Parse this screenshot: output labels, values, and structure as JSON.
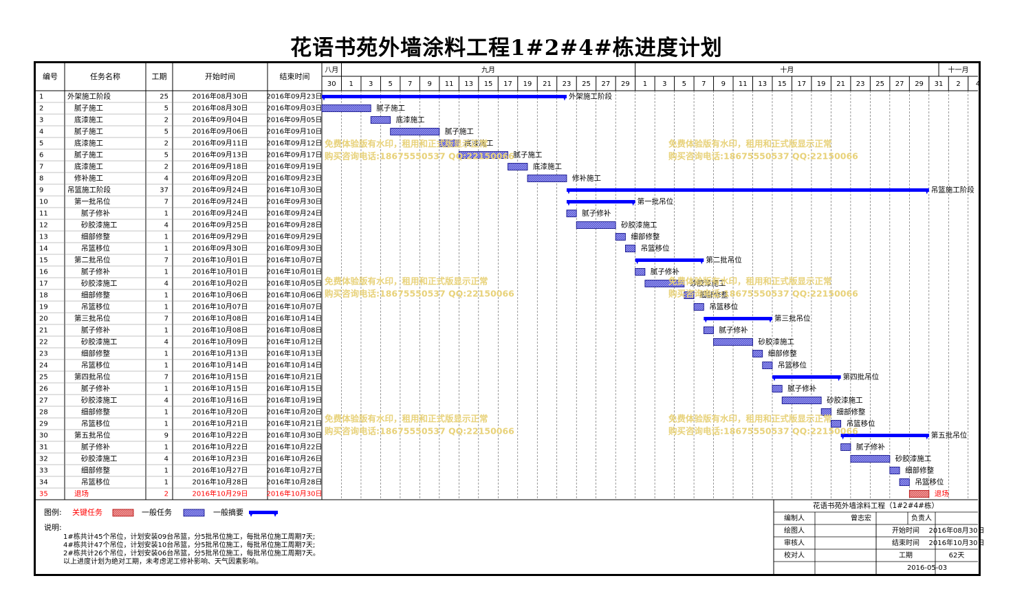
{
  "title": "花语书苑外墙涂料工程1#2#4#栋进度计划",
  "table_headers": {
    "id": "编号",
    "name": "任务名称",
    "duration": "工期",
    "start": "开始时间",
    "end": "结束时间"
  },
  "colors": {
    "critical": "#ff0000",
    "bar_fill": "#5a5ad8",
    "bar_border": "#000080",
    "summary": "#0000ff",
    "watermark": "#e8d27a",
    "critical_fill": "#e06060"
  },
  "chart_data": {
    "type": "gantt",
    "timeline_start": "2016-08-30",
    "timeline_end": "2016-11-04",
    "month_labels": [
      {
        "label": "八月",
        "from": "2016-08-30",
        "to": "2016-08-31"
      },
      {
        "label": "九月",
        "from": "2016-09-01",
        "to": "2016-09-30"
      },
      {
        "label": "十月",
        "from": "2016-10-01",
        "to": "2016-10-31"
      },
      {
        "label": "十一月",
        "from": "2016-11-01",
        "to": "2016-11-04"
      }
    ],
    "day_labels": [
      "30",
      "1",
      "3",
      "5",
      "7",
      "9",
      "11",
      "13",
      "15",
      "17",
      "19",
      "21",
      "23",
      "25",
      "27",
      "29",
      "1",
      "3",
      "5",
      "7",
      "9",
      "11",
      "13",
      "15",
      "17",
      "19",
      "21",
      "23",
      "25",
      "27",
      "29",
      "31",
      "2",
      "4"
    ],
    "tasks": [
      {
        "id": "1",
        "name": "外架施工阶段",
        "duration": "25",
        "start": "2016年08月30日",
        "end": "2016年09月23日",
        "s": "2016-08-30",
        "e": "2016-09-23",
        "kind": "summary",
        "level": 0
      },
      {
        "id": "2",
        "name": "腻子施工",
        "duration": "5",
        "start": "2016年08月30日",
        "end": "2016年09月03日",
        "s": "2016-08-30",
        "e": "2016-09-03",
        "kind": "task",
        "level": 1
      },
      {
        "id": "3",
        "name": "底漆施工",
        "duration": "2",
        "start": "2016年09月04日",
        "end": "2016年09月05日",
        "s": "2016-09-04",
        "e": "2016-09-05",
        "kind": "task",
        "level": 1
      },
      {
        "id": "4",
        "name": "腻子施工",
        "duration": "5",
        "start": "2016年09月06日",
        "end": "2016年09月10日",
        "s": "2016-09-06",
        "e": "2016-09-10",
        "kind": "task",
        "level": 1
      },
      {
        "id": "5",
        "name": "底漆施工",
        "duration": "2",
        "start": "2016年09月11日",
        "end": "2016年09月12日",
        "s": "2016-09-11",
        "e": "2016-09-12",
        "kind": "task",
        "level": 1
      },
      {
        "id": "6",
        "name": "腻子施工",
        "duration": "5",
        "start": "2016年09月13日",
        "end": "2016年09月17日",
        "s": "2016-09-13",
        "e": "2016-09-17",
        "kind": "task",
        "level": 1
      },
      {
        "id": "7",
        "name": "底漆施工",
        "duration": "2",
        "start": "2016年09月18日",
        "end": "2016年09月19日",
        "s": "2016-09-18",
        "e": "2016-09-19",
        "kind": "task",
        "level": 1
      },
      {
        "id": "8",
        "name": "修补施工",
        "duration": "4",
        "start": "2016年09月20日",
        "end": "2016年09月23日",
        "s": "2016-09-20",
        "e": "2016-09-23",
        "kind": "task",
        "level": 1
      },
      {
        "id": "9",
        "name": "吊篮施工阶段",
        "duration": "37",
        "start": "2016年09月24日",
        "end": "2016年10月30日",
        "s": "2016-09-24",
        "e": "2016-10-30",
        "kind": "summary",
        "level": 0
      },
      {
        "id": "10",
        "name": "第一批吊位",
        "duration": "7",
        "start": "2016年09月24日",
        "end": "2016年09月30日",
        "s": "2016-09-24",
        "e": "2016-09-30",
        "kind": "summary",
        "level": 1
      },
      {
        "id": "11",
        "name": "腻子修补",
        "duration": "1",
        "start": "2016年09月24日",
        "end": "2016年09月24日",
        "s": "2016-09-24",
        "e": "2016-09-24",
        "kind": "task",
        "level": 2
      },
      {
        "id": "12",
        "name": "砂胶漆施工",
        "duration": "4",
        "start": "2016年09月25日",
        "end": "2016年09月28日",
        "s": "2016-09-25",
        "e": "2016-09-28",
        "kind": "task",
        "level": 2
      },
      {
        "id": "13",
        "name": "细部修整",
        "duration": "1",
        "start": "2016年09月29日",
        "end": "2016年09月29日",
        "s": "2016-09-29",
        "e": "2016-09-29",
        "kind": "task",
        "level": 2
      },
      {
        "id": "14",
        "name": "吊篮移位",
        "duration": "1",
        "start": "2016年09月30日",
        "end": "2016年09月30日",
        "s": "2016-09-30",
        "e": "2016-09-30",
        "kind": "task",
        "level": 2
      },
      {
        "id": "15",
        "name": "第二批吊位",
        "duration": "7",
        "start": "2016年10月01日",
        "end": "2016年10月07日",
        "s": "2016-10-01",
        "e": "2016-10-07",
        "kind": "summary",
        "level": 1
      },
      {
        "id": "16",
        "name": "腻子修补",
        "duration": "1",
        "start": "2016年10月01日",
        "end": "2016年10月01日",
        "s": "2016-10-01",
        "e": "2016-10-01",
        "kind": "task",
        "level": 2
      },
      {
        "id": "17",
        "name": "砂胶漆施工",
        "duration": "4",
        "start": "2016年10月02日",
        "end": "2016年10月05日",
        "s": "2016-10-02",
        "e": "2016-10-05",
        "kind": "task",
        "level": 2
      },
      {
        "id": "18",
        "name": "细部修整",
        "duration": "1",
        "start": "2016年10月06日",
        "end": "2016年10月06日",
        "s": "2016-10-06",
        "e": "2016-10-06",
        "kind": "task",
        "level": 2
      },
      {
        "id": "19",
        "name": "吊篮移位",
        "duration": "1",
        "start": "2016年10月07日",
        "end": "2016年10月07日",
        "s": "2016-10-07",
        "e": "2016-10-07",
        "kind": "task",
        "level": 2
      },
      {
        "id": "20",
        "name": "第三批吊位",
        "duration": "7",
        "start": "2016年10月08日",
        "end": "2016年10月14日",
        "s": "2016-10-08",
        "e": "2016-10-14",
        "kind": "summary",
        "level": 1
      },
      {
        "id": "21",
        "name": "腻子修补",
        "duration": "1",
        "start": "2016年10月08日",
        "end": "2016年10月08日",
        "s": "2016-10-08",
        "e": "2016-10-08",
        "kind": "task",
        "level": 2
      },
      {
        "id": "22",
        "name": "砂胶漆施工",
        "duration": "4",
        "start": "2016年10月09日",
        "end": "2016年10月12日",
        "s": "2016-10-09",
        "e": "2016-10-12",
        "kind": "task",
        "level": 2
      },
      {
        "id": "23",
        "name": "细部修整",
        "duration": "1",
        "start": "2016年10月13日",
        "end": "2016年10月13日",
        "s": "2016-10-13",
        "e": "2016-10-13",
        "kind": "task",
        "level": 2
      },
      {
        "id": "24",
        "name": "吊篮移位",
        "duration": "1",
        "start": "2016年10月14日",
        "end": "2016年10月14日",
        "s": "2016-10-14",
        "e": "2016-10-14",
        "kind": "task",
        "level": 2
      },
      {
        "id": "25",
        "name": "第四批吊位",
        "duration": "7",
        "start": "2016年10月15日",
        "end": "2016年10月21日",
        "s": "2016-10-15",
        "e": "2016-10-21",
        "kind": "summary",
        "level": 1
      },
      {
        "id": "26",
        "name": "腻子修补",
        "duration": "1",
        "start": "2016年10月15日",
        "end": "2016年10月15日",
        "s": "2016-10-15",
        "e": "2016-10-15",
        "kind": "task",
        "level": 2
      },
      {
        "id": "27",
        "name": "砂胶漆施工",
        "duration": "4",
        "start": "2016年10月16日",
        "end": "2016年10月19日",
        "s": "2016-10-16",
        "e": "2016-10-19",
        "kind": "task",
        "level": 2
      },
      {
        "id": "28",
        "name": "细部修整",
        "duration": "1",
        "start": "2016年10月20日",
        "end": "2016年10月20日",
        "s": "2016-10-20",
        "e": "2016-10-20",
        "kind": "task",
        "level": 2
      },
      {
        "id": "29",
        "name": "吊篮移位",
        "duration": "1",
        "start": "2016年10月21日",
        "end": "2016年10月21日",
        "s": "2016-10-21",
        "e": "2016-10-21",
        "kind": "task",
        "level": 2
      },
      {
        "id": "30",
        "name": "第五批吊位",
        "duration": "9",
        "start": "2016年10月22日",
        "end": "2016年10月30日",
        "s": "2016-10-22",
        "e": "2016-10-30",
        "kind": "summary",
        "level": 1
      },
      {
        "id": "31",
        "name": "腻子修补",
        "duration": "1",
        "start": "2016年10月22日",
        "end": "2016年10月22日",
        "s": "2016-10-22",
        "e": "2016-10-22",
        "kind": "task",
        "level": 2
      },
      {
        "id": "32",
        "name": "砂胶漆施工",
        "duration": "4",
        "start": "2016年10月23日",
        "end": "2016年10月26日",
        "s": "2016-10-23",
        "e": "2016-10-26",
        "kind": "task",
        "level": 2
      },
      {
        "id": "33",
        "name": "细部修整",
        "duration": "1",
        "start": "2016年10月27日",
        "end": "2016年10月27日",
        "s": "2016-10-27",
        "e": "2016-10-27",
        "kind": "task",
        "level": 2
      },
      {
        "id": "34",
        "name": "吊篮移位",
        "duration": "1",
        "start": "2016年10月28日",
        "end": "2016年10月28日",
        "s": "2016-10-28",
        "e": "2016-10-28",
        "kind": "task",
        "level": 2
      },
      {
        "id": "35",
        "name": "退场",
        "duration": "2",
        "start": "2016年10月29日",
        "end": "2016年10月30日",
        "s": "2016-10-29",
        "e": "2016-10-30",
        "kind": "critical",
        "level": 1
      }
    ]
  },
  "watermark": {
    "line1": "免费体验版有水印，租用和正式版显示正常",
    "line2": "购买咨询电话:18675550537 QQ:22150066"
  },
  "legend": {
    "label": "图例:",
    "critical": "关键任务",
    "normal": "一般任务",
    "summary": "一般摘要"
  },
  "notes": {
    "label": "说明:",
    "lines": [
      "1#栋共计45个吊位，计划安装09台吊篮，分5批吊位施工，每批吊位施工周期7天;",
      "4#栋共计47个吊位，计划安装10台吊篮，分5批吊位施工，每批吊位施工周期7天;",
      "2#栋共计26个吊位，计划安装06台吊篮，分5批吊位施工，每批吊位施工周期7天。",
      "以上进度计划为绝对工期，未考虑泥工修补影响、天气因素影响。"
    ]
  },
  "infobox": {
    "project": "花语书苑外墙涂料工程（1#2#4#栋）",
    "editor_label": "编制人",
    "editor": "曾志宏",
    "owner_label": "负责人",
    "owner": "",
    "drawer_label": "绘图人",
    "drawer": "",
    "start_label": "开始时间",
    "start": "2016年08月30日",
    "reviewer_label": "审核人",
    "reviewer": "",
    "end_label": "结束时间",
    "end": "2016年10月30日",
    "checker_label": "校对人",
    "checker": "",
    "duration_label": "工期",
    "duration": "62天",
    "date": "2016-05-03"
  }
}
